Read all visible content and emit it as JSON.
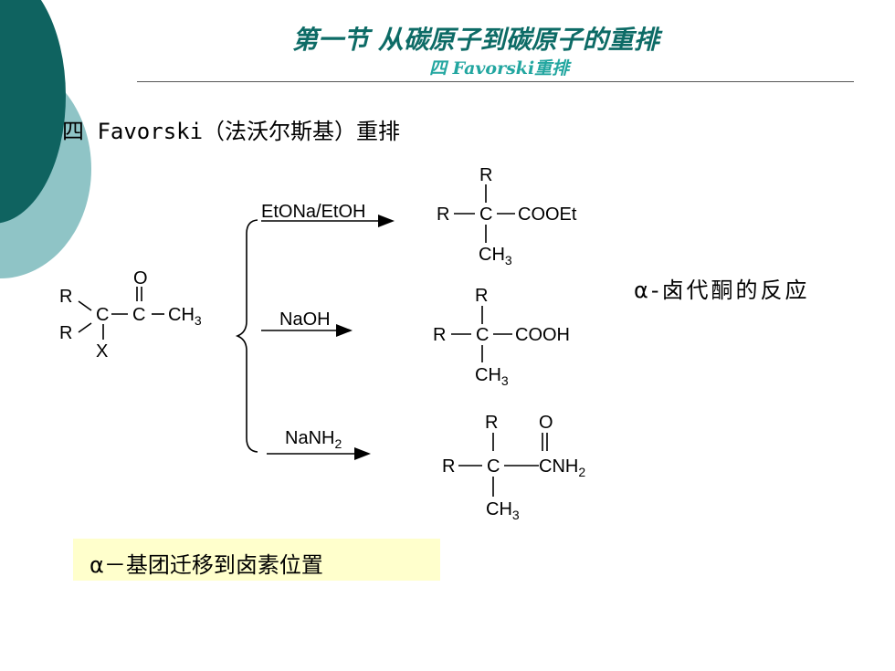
{
  "header": {
    "title": "第一节 从碳原子到碳原子的重排",
    "subtitle": "四 Favorski重排"
  },
  "heading": "四 Favorski（法沃尔斯基）重排",
  "side_note": "α-卤代酮的反应",
  "highlight": "α－基团迁移到卤素位置",
  "colors": {
    "deco_dark": "#0f6360",
    "deco_light": "#8fc4c6",
    "title": "#0d6b66",
    "subtitle": "#22a6a0",
    "highlight_bg": "#ffffcc"
  },
  "scheme": {
    "reactant": {
      "o": "O",
      "r1": "R",
      "r2": "R",
      "c1": "C",
      "c2": "C",
      "ch": "CH",
      "ch_sub": "3",
      "x": "X"
    },
    "reactions": [
      {
        "reagent": "EtONa/EtOH",
        "reagent_sub": "",
        "product": {
          "r_top": "R",
          "r_left": "R",
          "c": "C",
          "group": "COOEt",
          "group_sub": "",
          "ch": "CH",
          "ch_sub": "3"
        }
      },
      {
        "reagent": "NaOH",
        "reagent_sub": "",
        "product": {
          "r_top": "R",
          "r_left": "R",
          "c": "C",
          "group": "COOH",
          "group_sub": "",
          "ch": "CH",
          "ch_sub": "3"
        }
      },
      {
        "reagent": "NaNH",
        "reagent_sub": "2",
        "product": {
          "r_top": "R",
          "r_left": "R",
          "c": "C",
          "o": "O",
          "group": "CNH",
          "group_sub": "2",
          "ch": "CH",
          "ch_sub": "3"
        }
      }
    ]
  }
}
